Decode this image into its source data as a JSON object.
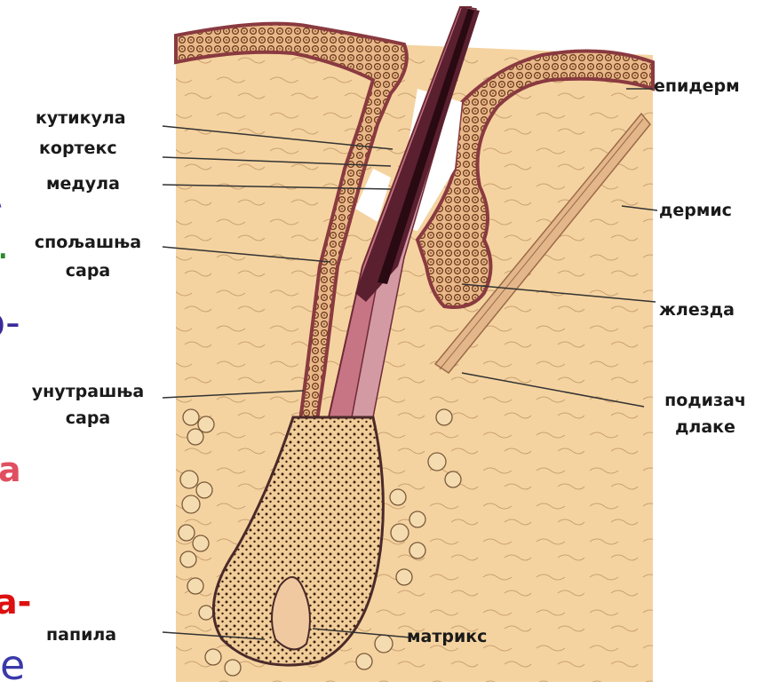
{
  "labels": {
    "cuticle": "кутикула",
    "cortex": "кортекс",
    "medulla": "медула",
    "outer_sheath": [
      "спољашња",
      "сара"
    ],
    "inner_sheath": [
      "унутрашња",
      "сара"
    ],
    "papilla": "папила",
    "matrix": "матрикс",
    "epidermis": "епидерм",
    "dermis": "дермис",
    "gland": "жлезда",
    "arrector": [
      "подизач",
      "длаке"
    ]
  },
  "cut_off_text": [
    {
      "text": "\\",
      "color": "#3a3aaa"
    },
    {
      "text": ".",
      "color": "#2a8a2a"
    },
    {
      "text": "о-",
      "color": "#3a2a9a"
    },
    {
      "text": "а",
      "color": "#e05060"
    },
    {
      "text": "а-",
      "color": "#dd1010"
    },
    {
      "text": "е",
      "color": "#3a3aaa"
    }
  ],
  "colors": {
    "tissue": "#f5d3a0",
    "epidermis_cells": "#8a4a2a",
    "sheath": "#b86070",
    "hair_shaft": "#5a2030"
  }
}
